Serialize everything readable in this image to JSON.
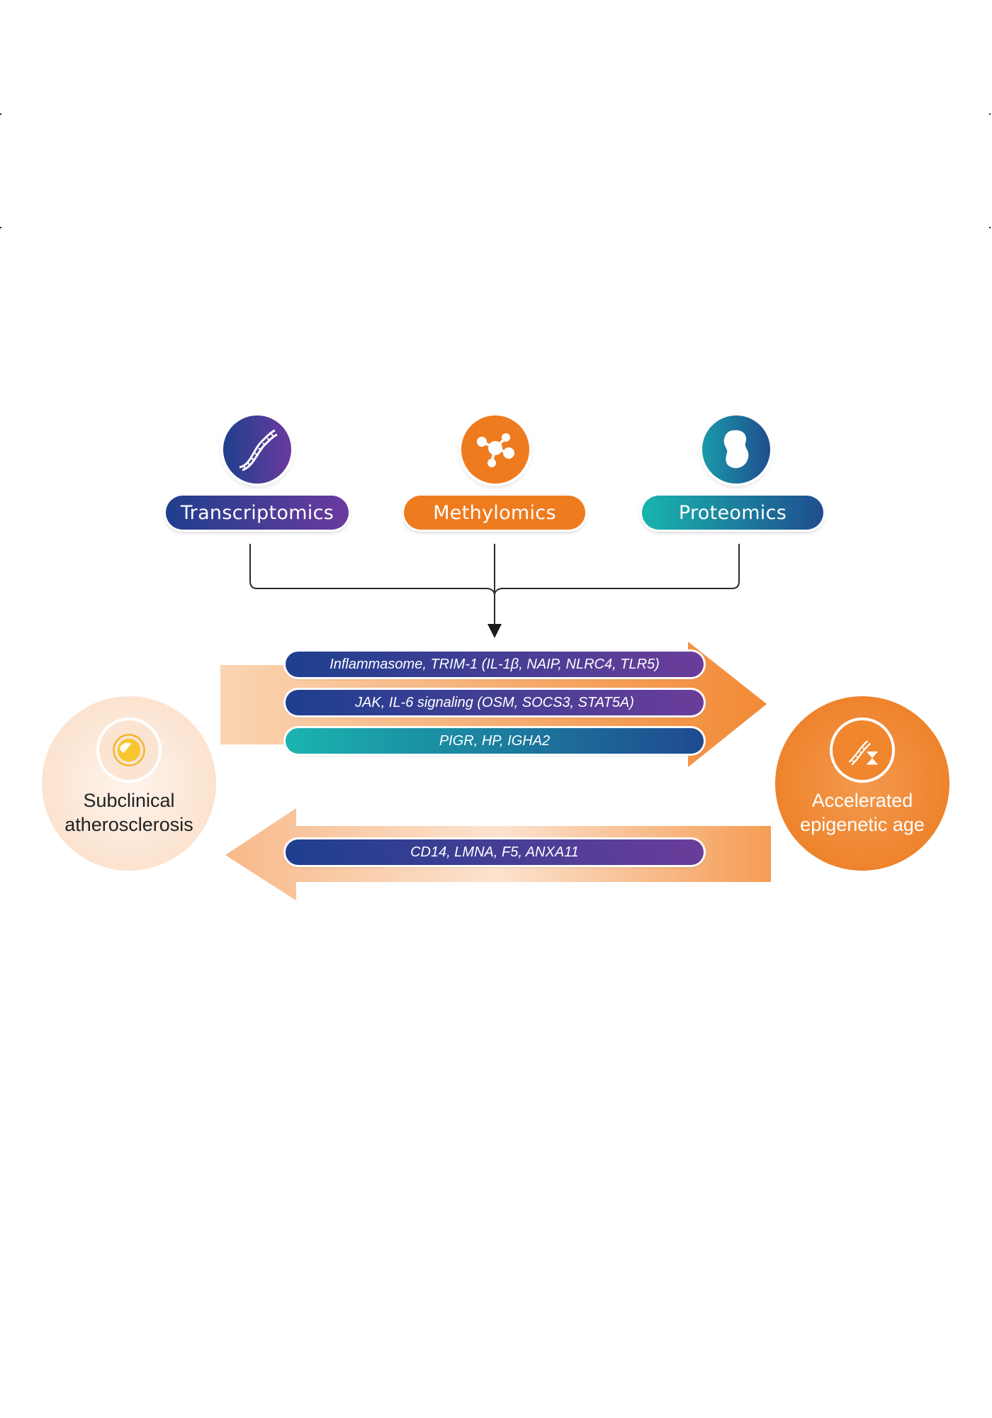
{
  "omics": [
    {
      "label": "Transcriptomics",
      "icon": "dna-strand-icon"
    },
    {
      "label": "Methylomics",
      "icon": "molecule-icon"
    },
    {
      "label": "Proteomics",
      "icon": "protein-blob-icon"
    }
  ],
  "forward_findings": [
    "Inflammasome, TRIM-1 (IL-1β, NAIP, NLRC4, TLR5)",
    "JAK, IL-6 signaling (OSM, SOCS3, STAT5A)",
    "PIGR, HP, IGHA2"
  ],
  "reverse_findings": [
    "CD14, LMNA, F5, ANXA11"
  ],
  "outcomes": {
    "left": {
      "label": "Subclinical\natherosclerosis",
      "icon": "artery-plaque-icon"
    },
    "right": {
      "label": "Accelerated\nepigenetic age",
      "icon": "dna-hourglass-icon"
    }
  },
  "colors": {
    "navy": "#1e3f8f",
    "purple": "#6a3d9a",
    "orange": "#f07c1e",
    "teal": "#16b3b0",
    "peach": "#fbd9bd"
  }
}
